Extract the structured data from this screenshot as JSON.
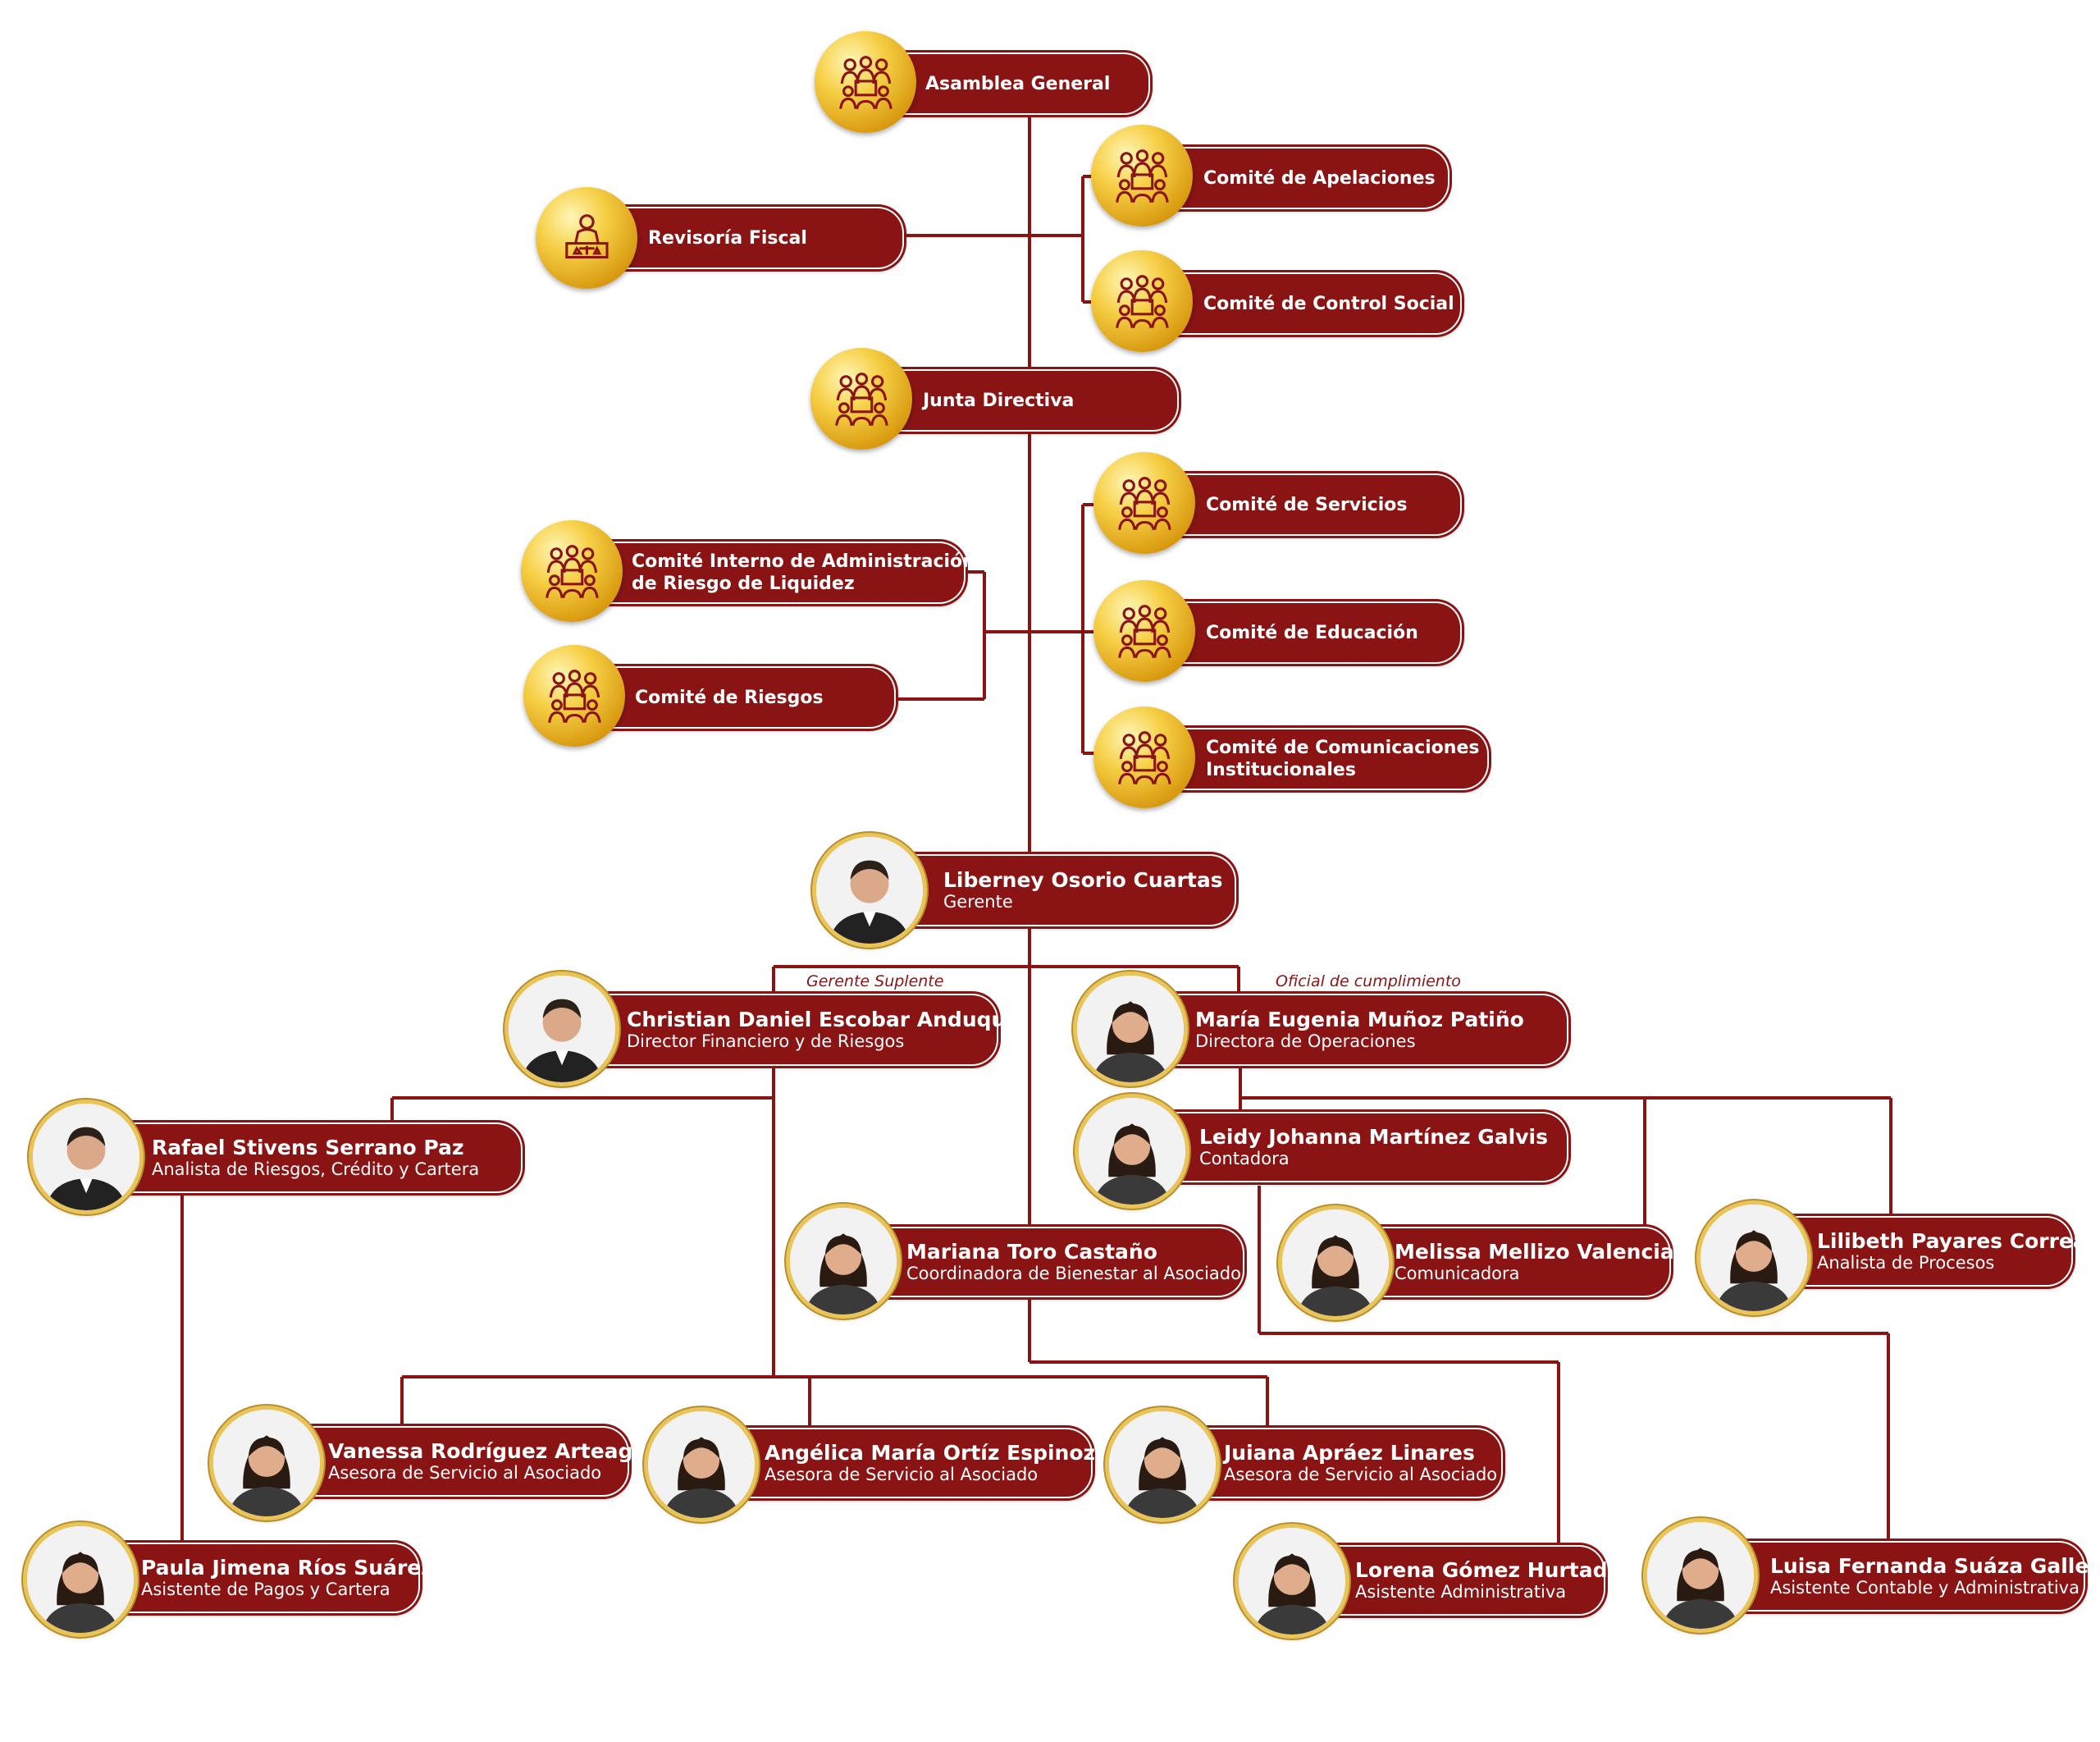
{
  "colors": {
    "maroon": "#8a1414",
    "gold": "#e8b832",
    "line": "#8a1414"
  },
  "governance": {
    "asamblea": "Asamblea General",
    "apelaciones": "Comité de Apelaciones",
    "revisoria": "Revisoría Fiscal",
    "control_social": "Comité de Control Social",
    "junta": "Junta Directiva",
    "servicios": "Comité de Servicios",
    "riesgo_liquidez_1": "Comité Interno de Administración",
    "riesgo_liquidez_2": "de Riesgo de Liquidez",
    "educacion": "Comité de Educación",
    "riesgos": "Comité de Riesgos",
    "comunicaciones_1": "Comité de Comunicaciones",
    "comunicaciones_2": "Institucionales"
  },
  "icons": {
    "committee": "committee-group-icon",
    "auditor": "auditor-desk-icon"
  },
  "captions": {
    "gerente_suplente": "Gerente Suplente",
    "oficial_cumplimiento": "Oficial de cumplimiento"
  },
  "staff": {
    "gerente": {
      "name": "Liberney Osorio Cuartas",
      "role": "Gerente"
    },
    "christian": {
      "name": "Christian Daniel Escobar Anduquia",
      "role": "Director Financiero y de Riesgos"
    },
    "maria": {
      "name": "María Eugenia Muñoz Patiño",
      "role": "Directora de Operaciones"
    },
    "rafael": {
      "name": "Rafael Stivens Serrano Paz",
      "role": "Analista de Riesgos, Crédito y Cartera"
    },
    "leidy": {
      "name": "Leidy Johanna Martínez Galvis",
      "role": "Contadora"
    },
    "mariana": {
      "name": "Mariana Toro Castaño",
      "role": "Coordinadora de Bienestar al Asociado"
    },
    "melissa": {
      "name": "Melissa Mellizo Valencia",
      "role": "Comunicadora"
    },
    "lilibeth": {
      "name": "Lilibeth Payares Correa",
      "role": "Analista de Procesos"
    },
    "vanessa": {
      "name": "Vanessa Rodríguez Arteaga",
      "role": "Asesora de Servicio al Asociado"
    },
    "angelica": {
      "name": "Angélica María Ortíz Espinoza",
      "role": "Asesora de Servicio al Asociado"
    },
    "juiana": {
      "name": "Juiana Apráez Linares",
      "role": "Asesora de Servicio al Asociado"
    },
    "paula": {
      "name": "Paula Jimena Ríos Suárez",
      "role": "Asistente de Pagos y Cartera"
    },
    "lorena": {
      "name": "Lorena Gómez Hurtado",
      "role": "Asistente Administrativa"
    },
    "luisa": {
      "name": "Luisa Fernanda Suáza Gallego",
      "role": "Asistente Contable y Administrativa"
    }
  }
}
